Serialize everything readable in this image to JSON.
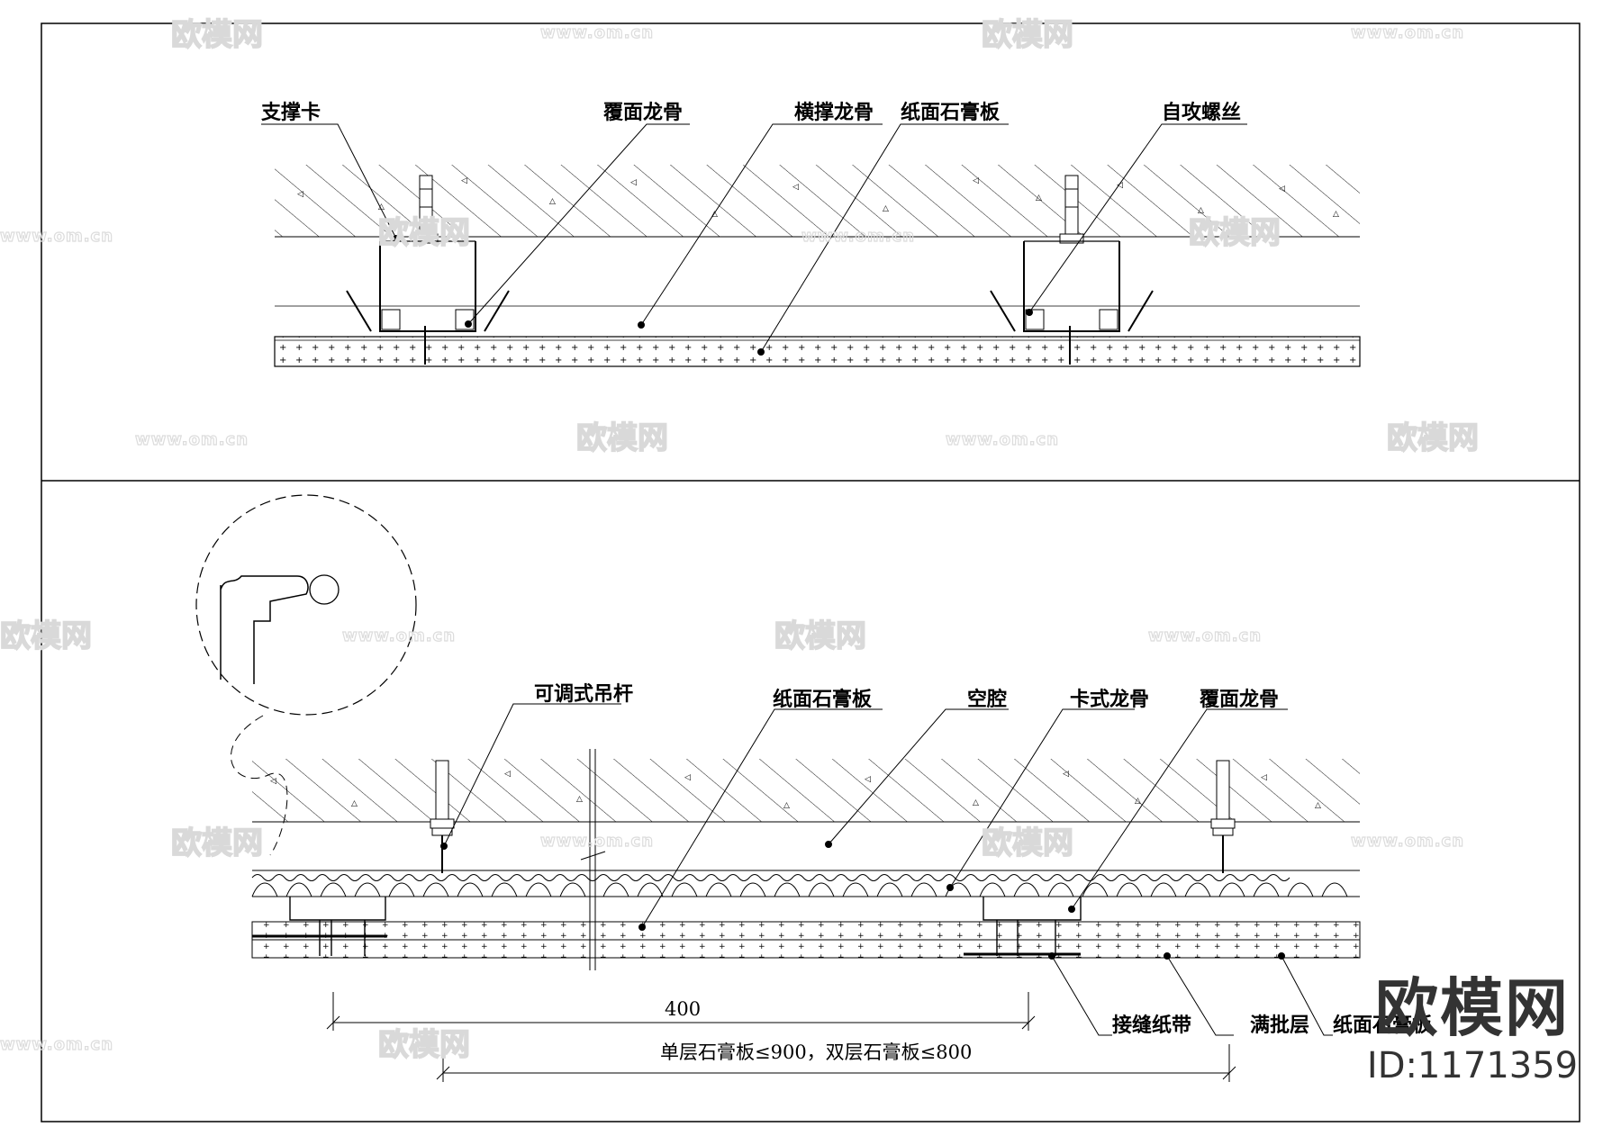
{
  "top_detail": {
    "labels": {
      "support_clip": "支撑卡",
      "cover_keel_top": "覆面龙骨",
      "cross_keel": "横撑龙骨",
      "gypsum_board_top": "纸面石膏板",
      "self_tapping_screw": "自攻螺丝"
    }
  },
  "bottom_detail": {
    "labels": {
      "adjustable_hanger": "可调式吊杆",
      "gypsum_board_mid": "纸面石膏板",
      "cavity": "空腔",
      "clip_keel": "卡式龙骨",
      "cover_keel_bottom": "覆面龙骨",
      "joint_tape": "接缝纸带",
      "putty_layer": "满批层",
      "gypsum_board_bottom": "纸面石膏板"
    },
    "dimensions": {
      "spacing_400": "400",
      "spacing_note": "单层石膏板≤900，双层石膏板≤800"
    }
  },
  "watermark": {
    "brand": "欧模网",
    "url": "www.om.cn"
  },
  "brand_badge": {
    "name": "欧模网",
    "id": "ID:1171359"
  }
}
